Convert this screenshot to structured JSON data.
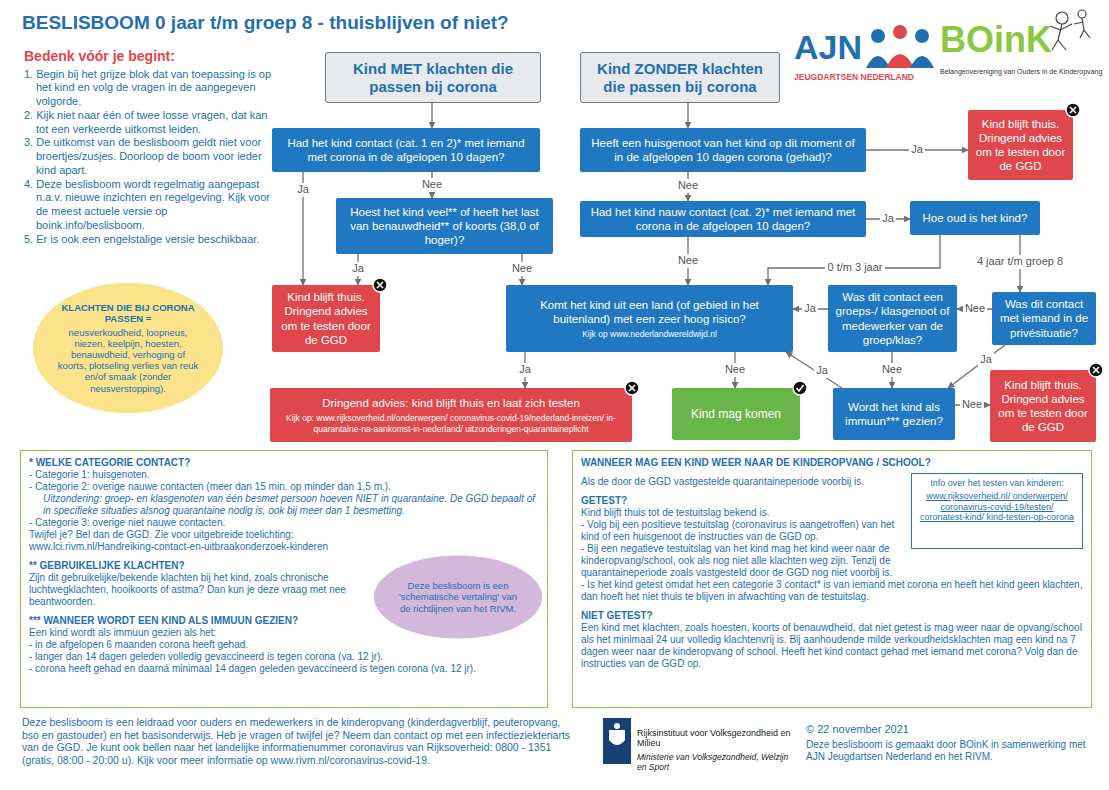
{
  "diagram": {
    "title": "BESLISBOOM 0 jaar t/m groep 8  -  thuisblijven of niet?",
    "nodes": [
      {
        "text": [
          "Kind MET klachten die passen bij corona"
        ]
      },
      {
        "text": [
          "Kind ZONDER klachten die passen bij corona"
        ]
      },
      {
        "text": [
          "Had het kind contact (cat. 1 en 2)* met iemand met corona in de afgelopen 10 dagen?"
        ]
      },
      {
        "text": [
          "Heeft een huisgenoot van het kind op dit moment of in de afgelopen 10 dagen corona (gehad)?"
        ]
      },
      {
        "text": [
          "Kind blijft thuis. Dringend advies om te testen door de GGD"
        ]
      },
      {
        "text": [
          "Hoest het kind veel** of heeft het last van benauwdheid** of koorts (38,0 of hoger)?"
        ]
      },
      {
        "text": [
          "Had het kind nauw contact (cat. 2)* met iemand met corona in de afgelopen 10 dagen?"
        ]
      },
      {
        "text": [
          "Hoe oud is het kind?"
        ]
      },
      {
        "text": [
          "Kind blijft thuis. Dringend advies om te testen door de GGD"
        ]
      },
      {
        "text": [
          "Komt het kind uit een land (of gebied in het buitenland) met een zeer hoog risico?",
          "Kijk op www.nederlandwereldwijd.nl"
        ]
      },
      {
        "text": [
          "Was dit contact een groeps-/ klasgenoot of medewerker van de groep/klas?"
        ]
      },
      {
        "text": [
          "Was dit contact met iemand in de privésituatie?"
        ]
      },
      {
        "text": [
          "Dringend advies: kind blijft thuis en laat zich testen",
          "Kijk op: www.rijksoverheid.nl/onderwerpen/ coronavirus-covid-19/nederland-inreizen/ in-quarantaine-na-aankomst-in-nederland/ uitzonderingen-quarantaineplicht"
        ]
      },
      {
        "text": [
          "Kind mag komen"
        ]
      },
      {
        "text": [
          "Wordt het kind als immuun*** gezien?"
        ]
      },
      {
        "text": [
          "Kind blijft thuis. Dringend advies om te testen door de GGD"
        ]
      },
      {
        "text": [
          "KLACHTEN DIE BIJ CORONA PASSEN =",
          "neusverkoudheid, loopneus, niezen, keelpijn, hoesten, benauwdheid, verhoging of koorts, plotseling verlies van reuk en/of smaak (zonder neusverstopping)."
        ]
      },
      {
        "text": [
          "* WELKE CATEGORIE CONTACT?",
          "- Categorie 1: huisgenoten.",
          "- Categorie 2: overige nauwe contacten (meer dan 15 min. op minder dan 1,5 m.).",
          "Uitzondering: groep- en klasgenoten van één besmet persoon hoeven NIET in quarantaine. De GGD bepaalt of in specifieke situaties alsnog quarantaine nodig is, ook bij meer dan 1 besmetting.",
          "- Categorie 3: overige niet nauwe contacten.",
          "Twijfel je? Bel dan de GGD. Zie voor uitgebreide toelichting: www.lci.rivm.nl/Handreiking-contact-en-uitbraakonderzoek-kinderen",
          "** GEBRUIKELIJKE KLACHTEN?",
          "Zijn dit gebruikelijke/bekende klachten bij het kind, zoals chronische luchtwegklachten, hooikoorts of astma? Dan kun je deze vraag met nee beantwoorden.",
          "*** WANNEER WORDT EEN KIND ALS IMMUUN GEZIEN?",
          "Een kind wordt als immuun gezien als het:",
          "- in de afgelopen 6 maanden corona heeft gehad.",
          "- langer dan 14 dagen geleden volledig gevaccineerd is tegen corona (va. 12 jr).",
          "- corona heeft gehad en daarná minimaal 14 dagen geleden gevaccineerd is tegen corona (va. 12 jr)."
        ]
      },
      {
        "text": [
          "Deze beslisboom is een 'schematische vertaling' van de richtlijnen van het RIVM."
        ],
        "in": 17
      },
      {
        "text": [
          "WANNEER MAG EEN KIND WEER NAAR DE KINDEROPVANG / SCHOOL?",
          "Als de door de GGD vastgestelde quarantaineperiode voorbij is.",
          "GETEST?",
          "Kind blijft thuis tot de testuitslag bekend is.",
          "- Volg bij een positieve testuitslag (coronavirus is aangetroffen) van het kind of een huisgenoot de instructies van de GGD op.",
          "- Bij een negatieve testuitslag van het kind mag het kind weer naar de kinderopvang/school, ook als nog niet alle klachten weg zijn. Tenzij de quarantaineperiode zoals vastgesteld door de GGD nog niet voorbij is.",
          "- Is het kind getest omdat het een categorie 3 contact* is van iemand met corona en heeft het kind geen klachten, dan hoeft het niet thuis te blijven in afwachting van de testuitslag.",
          "NIET GETEST?",
          "Een kind met klachten, zoals hoesten, koorts of benauwdheid, dat niet getest is mag weer naar de opvang/school als het minimaal 24 uur volledig klachtenvrij is. Bij aanhoudende milde verkoudheidsklachten mag een kind na 7 dagen weer naar de kinderopvang of school. Heeft het kind contact gehad met iemand met corona? Volg dan de instructies van de GGD op."
        ]
      },
      {
        "text": [
          "Info over het testen van kinderen:",
          "www.rijksoverheid.nl/ onderwerpen/ coronavirus-covid-19/testen/ coronatest-kind/ kind-testen-op-corona"
        ],
        "in": 19
      }
    ],
    "edges": [
      {
        "from": 0,
        "to": 2,
        "arrow": "to"
      },
      {
        "from": 1,
        "to": 3,
        "arrow": "to"
      },
      {
        "from": 2,
        "to": 8,
        "label": "Ja",
        "arrow": "to"
      },
      {
        "from": 2,
        "to": 5,
        "label": "Nee",
        "arrow": "to"
      },
      {
        "from": 5,
        "to": 8,
        "label": "Ja",
        "arrow": "to"
      },
      {
        "from": 5,
        "to": 9,
        "label": "Nee",
        "arrow": "to"
      },
      {
        "from": 3,
        "to": 4,
        "label": "Ja",
        "arrow": "to"
      },
      {
        "from": 3,
        "to": 6,
        "label": "Nee",
        "arrow": "to"
      },
      {
        "from": 6,
        "to": 7,
        "label": "Ja",
        "arrow": "to"
      },
      {
        "from": 6,
        "to": 9,
        "label": "Nee",
        "arrow": "to"
      },
      {
        "from": 7,
        "to": 9,
        "label": "0 t/m 3 jaar",
        "arrow": "to"
      },
      {
        "from": 7,
        "to": 11,
        "label": "4 jaar t/m groep 8",
        "arrow": "to"
      },
      {
        "from": 11,
        "to": 10,
        "label": "Nee",
        "arrow": "to"
      },
      {
        "from": 11,
        "to": 14,
        "label": "Ja",
        "arrow": "to"
      },
      {
        "from": 10,
        "to": 9,
        "label": "Ja",
        "arrow": "to"
      },
      {
        "from": 10,
        "to": 14,
        "label": "Nee",
        "arrow": "to"
      },
      {
        "from": 14,
        "to": 9,
        "label": "Ja",
        "arrow": "to"
      },
      {
        "from": 14,
        "to": 15,
        "label": "Nee",
        "arrow": "to"
      },
      {
        "from": 9,
        "to": 12,
        "label": "Ja",
        "arrow": "to"
      },
      {
        "from": 9,
        "to": 13,
        "label": "Nee",
        "arrow": "to"
      }
    ],
    "labels": [
      "Bedenk vóór je begint:",
      "1. Begin bij het grijze blok dat van toepassing is op het kind en volg de vragen in de aangegeven volgorde.",
      "2. Kijk niet naar één of twee losse vragen, dat kan tot een verkeerde uitkomst leiden.",
      "3. De uitkomst van de beslisboom geldt niet voor broertjes/zusjes. Doorloop de boom voor ieder kind apart.",
      "4. Deze beslisboom wordt regelmatig aangepast n.a.v. nieuwe inzichten en regelgeving. Kijk voor de meest actuele versie op boink.info/beslisboom.",
      "5. Er is ook een engelstalige versie beschikbaar.",
      "AJN",
      "JEUGDARTSEN NEDERLAND",
      "BOinK",
      "Belangenvereniging van Ouders in de Kinderopvang",
      "Deze beslisboom is een leidraad voor ouders en medewerkers in de kinderopvang (kinderdagverblijf, peuteropvang, bso en gastouder) en het basisonderwijs. Heb je vragen of twijfel je? Neem dan contact op met een infectieziektenarts van de GGD. Je kunt ook bellen naar het landelijke informatienummer coronavirus van Rijksoverheid: 0800 - 1351 (gratis, 08:00 - 20:00 u). Kijk voor meer informatie op www.rivm.nl/coronavirus-covid-19.",
      "Rijksinstituut voor Volksgezondheid en Milieu",
      "Ministerie van Volksgezondheid, Welzijn en Sport",
      "© 22 november 2021",
      "Deze beslisboom is gemaakt door BOinK in samenwerking met AJN Jeugdartsen Nederland en het RIVM."
    ]
  }
}
